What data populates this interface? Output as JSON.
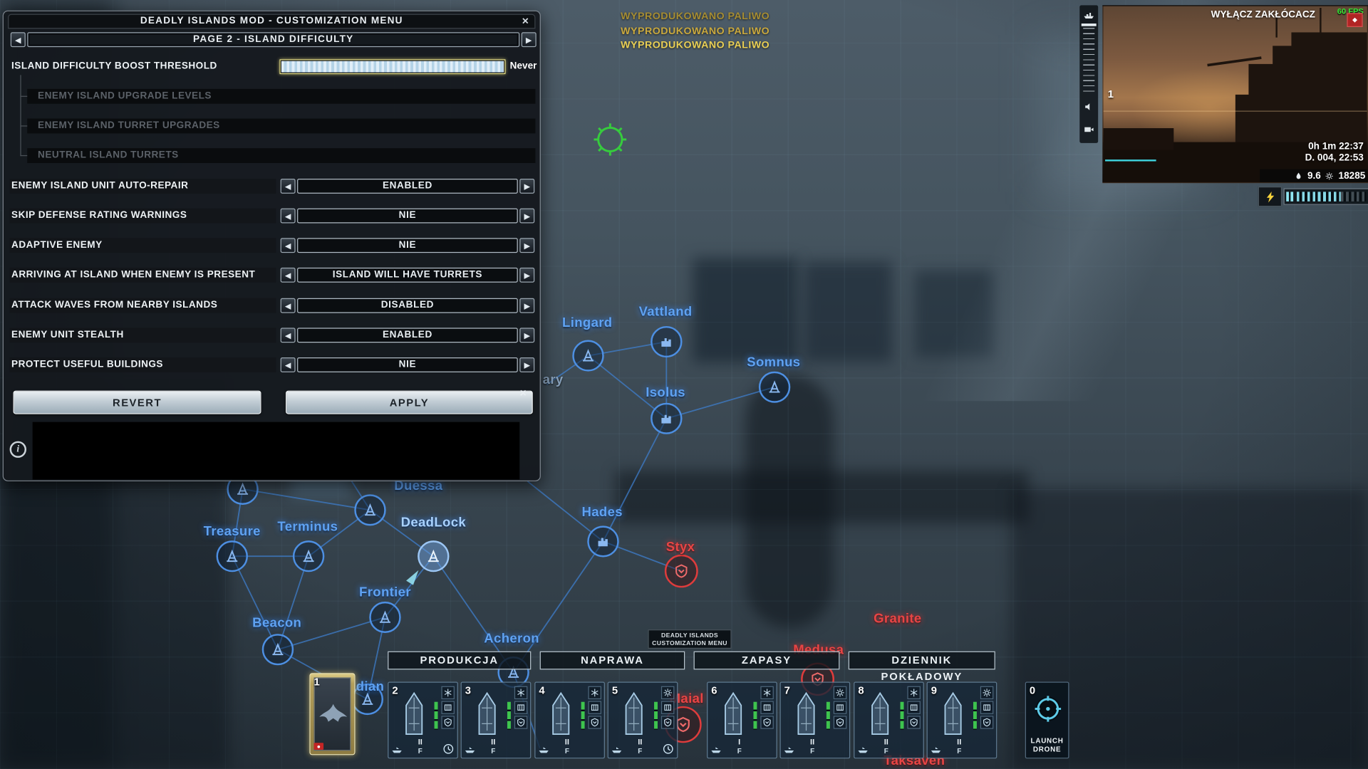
{
  "modal": {
    "title": "DEADLY ISLANDS MOD -  CUSTOMIZATION MENU",
    "page_label": "PAGE 2 - ISLAND DIFFICULTY",
    "threshold_label": "ISLAND DIFFICULTY BOOST THRESHOLD",
    "threshold_value": "Never",
    "disabled_rows": [
      "ENEMY ISLAND UPGRADE LEVELS",
      "ENEMY ISLAND TURRET UPGRADES",
      "NEUTRAL ISLAND TURRETS"
    ],
    "rows": [
      {
        "label": "ENEMY ISLAND UNIT AUTO-REPAIR",
        "value": "ENABLED"
      },
      {
        "label": "SKIP DEFENSE RATING WARNINGS",
        "value": "NIE"
      },
      {
        "label": "ADAPTIVE ENEMY",
        "value": "NIE"
      },
      {
        "label": "ARRIVING AT ISLAND WHEN ENEMY IS PRESENT",
        "value": "ISLAND WILL HAVE TURRETS"
      },
      {
        "label": "ATTACK WAVES FROM NEARBY ISLANDS",
        "value": "DISABLED"
      },
      {
        "label": "ENEMY UNIT STEALTH",
        "value": "ENABLED"
      },
      {
        "label": "PROTECT USEFUL BUILDINGS",
        "value": "NIE"
      }
    ],
    "revert_label": "REVERT",
    "apply_label": "APPLY"
  },
  "glyphs": {
    "left_arrow": "◀",
    "right_arrow": "▶",
    "close": "×",
    "info": "i"
  },
  "messages": {
    "lines": [
      "WYPRODUKOWANO PALIWO",
      "WYPRODUKOWANO PALIWO",
      "WYPRODUKOWANO PALIWO"
    ]
  },
  "camera": {
    "action_label": "WYŁĄCZ ZAKŁÓCACZ",
    "fps": "60 FPS",
    "group_number": "1",
    "mission_time": "0h 1m 22:37",
    "date_time": "D. 004, 22:53",
    "fuel": "9.6",
    "parts": "18285"
  },
  "map": {
    "lingard": "Lingard",
    "vattland": "Vattland",
    "somnus": "Somnus",
    "isolus": "Isolus",
    "hades": "Hades",
    "duessa": "Duessa",
    "treasure": "Treasure",
    "terminus": "Terminus",
    "deadlock": "DeadLock",
    "frontier": "Frontier",
    "beacon": "Beacon",
    "acheron": "Acheron",
    "obsidian_partial": "dian",
    "edge_partial": "ary",
    "styx": "Styx",
    "granite": "Granite",
    "medusa": "Medusa",
    "malal": "Maial",
    "taksaven": "Taksaven"
  },
  "dock": {
    "tooltip_line1": "DEADLY ISLANDS",
    "tooltip_line2": "CUSTOMIZATION MENU",
    "buttons": [
      "PRODUKCJA",
      "NAPRAWA",
      "ZAPASY",
      "DZIENNIK POKŁADOWY"
    ]
  },
  "cards": {
    "c1": {
      "number": "1"
    },
    "c2": {
      "number": "2",
      "tier": "II",
      "cls": "F"
    },
    "c3": {
      "number": "3",
      "tier": "II",
      "cls": "F"
    },
    "c4": {
      "number": "4",
      "tier": "II",
      "cls": "F"
    },
    "c5": {
      "number": "5",
      "tier": "II",
      "cls": "F"
    },
    "c6": {
      "number": "6",
      "tier": "I",
      "cls": "F"
    },
    "c7": {
      "number": "7",
      "tier": "II",
      "cls": "F"
    },
    "c8": {
      "number": "8",
      "tier": "II",
      "cls": "F"
    },
    "c9": {
      "number": "9",
      "tier": "II",
      "cls": "F"
    },
    "c0": {
      "number": "0",
      "line1": "LAUNCH",
      "line2": "DRONE"
    }
  }
}
